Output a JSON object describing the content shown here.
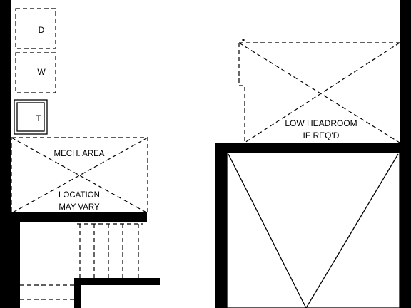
{
  "appliances": {
    "dryer": "D",
    "washer": "W",
    "tub": "T"
  },
  "mech_area": {
    "title": "MECH. AREA",
    "note_line1": "LOCATION",
    "note_line2": "MAY VARY"
  },
  "headroom": {
    "line1": "LOW HEADROOM",
    "line2": "IF REQ'D"
  }
}
